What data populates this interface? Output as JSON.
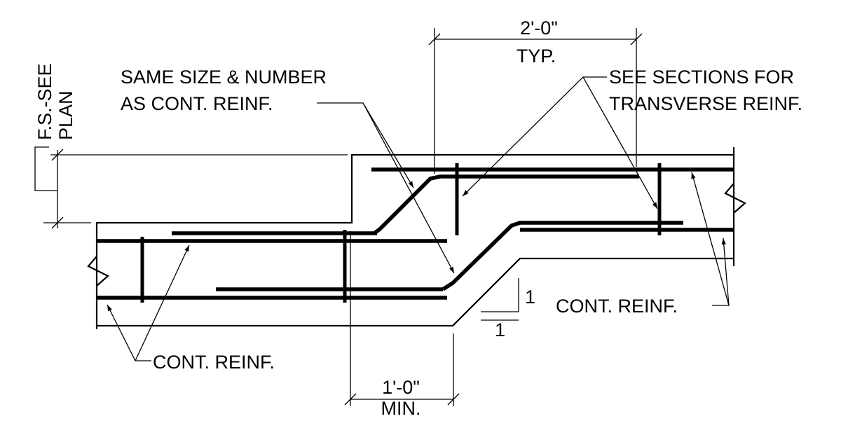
{
  "labels": {
    "step_dimension": "2'-0\"",
    "step_dimension_note": "TYP.",
    "overlap_dimension": "1'-0\"",
    "overlap_dimension_note": "MIN.",
    "same_size_line1": "SAME SIZE & NUMBER",
    "same_size_line2": "AS CONT. REINF.",
    "see_sections_line1": "SEE SECTIONS FOR",
    "see_sections_line2": "TRANSVERSE REINF.",
    "cont_reinf_left": "CONT. REINF.",
    "cont_reinf_right": "CONT. REINF.",
    "fs_line1": "F.S.-SEE",
    "fs_line2": "PLAN",
    "slope_rise": "1",
    "slope_run": "1"
  }
}
